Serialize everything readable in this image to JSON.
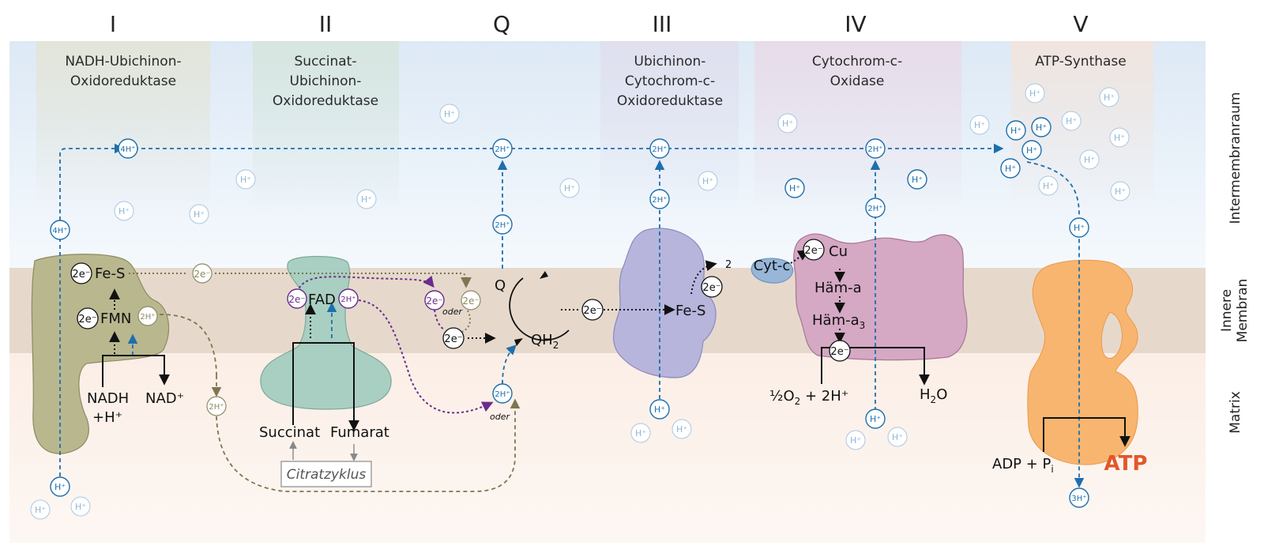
{
  "complexes": [
    {
      "numeral": "I",
      "lines": [
        "NADH-Ubichinon-",
        "Oxidoreduktase"
      ]
    },
    {
      "numeral": "II",
      "lines": [
        "Succinat-",
        "Ubichinon-",
        "Oxidoreduktase"
      ]
    },
    {
      "numeral": "Q",
      "lines": []
    },
    {
      "numeral": "III",
      "lines": [
        "Ubichinon-",
        "Cytochrom-c-",
        "Oxidoreduktase"
      ]
    },
    {
      "numeral": "IV",
      "lines": [
        "Cytochrom-c-",
        "Oxidase"
      ]
    },
    {
      "numeral": "V",
      "lines": [
        "ATP-Synthase"
      ]
    }
  ],
  "regions": {
    "intermembrane": "Intermembranraum",
    "membrane_line1": "Innere",
    "membrane_line2": "Membran",
    "matrix": "Matrix"
  },
  "proton_labels": {
    "h": "H⁺",
    "h2": "2H⁺",
    "h3": "3H⁺",
    "h4": "4H⁺"
  },
  "electron_labels": {
    "e2": "2e⁻",
    "two": "2"
  },
  "complex1": {
    "fes": "Fe-S",
    "fmn": "FMN",
    "nadh": "NADH",
    "plus_h": "+H⁺",
    "nad": "NAD⁺"
  },
  "complex2": {
    "fad": "FAD",
    "succinat": "Succinat",
    "fumarat": "Fumarat",
    "citrate_cycle": "Citratzyklus"
  },
  "qcycle": {
    "q": "Q",
    "qh2_main": "QH",
    "qh2_sub": "2",
    "oder": "oder"
  },
  "complex3": {
    "fes": "Fe-S",
    "cytc": "Cyt-c"
  },
  "complex4": {
    "cu": "Cu",
    "haem_a": "Häm-a",
    "haem_a3_main": "Häm-a",
    "haem_a3_sub": "3",
    "o2_part1": "½O",
    "o2_sub": "2",
    "o2_part2": " + 2H⁺",
    "water_h": "H",
    "water_sub": "2",
    "water_o": "O"
  },
  "complex5": {
    "adp": "ADP + P",
    "adp_sub": "i",
    "atp": "ATP"
  },
  "colors": {
    "proton": "#1d6fae",
    "complex1": "#b9b78e",
    "complex2": "#a9cfc2",
    "complex3": "#b7b5dc",
    "complex4": "#d5a8c4",
    "complex5": "#f8b56f",
    "cytc": "#97b6d8",
    "membrane": "#e6d9cc",
    "electron_path": "#6b2d8c",
    "atp": "#e0592b"
  }
}
